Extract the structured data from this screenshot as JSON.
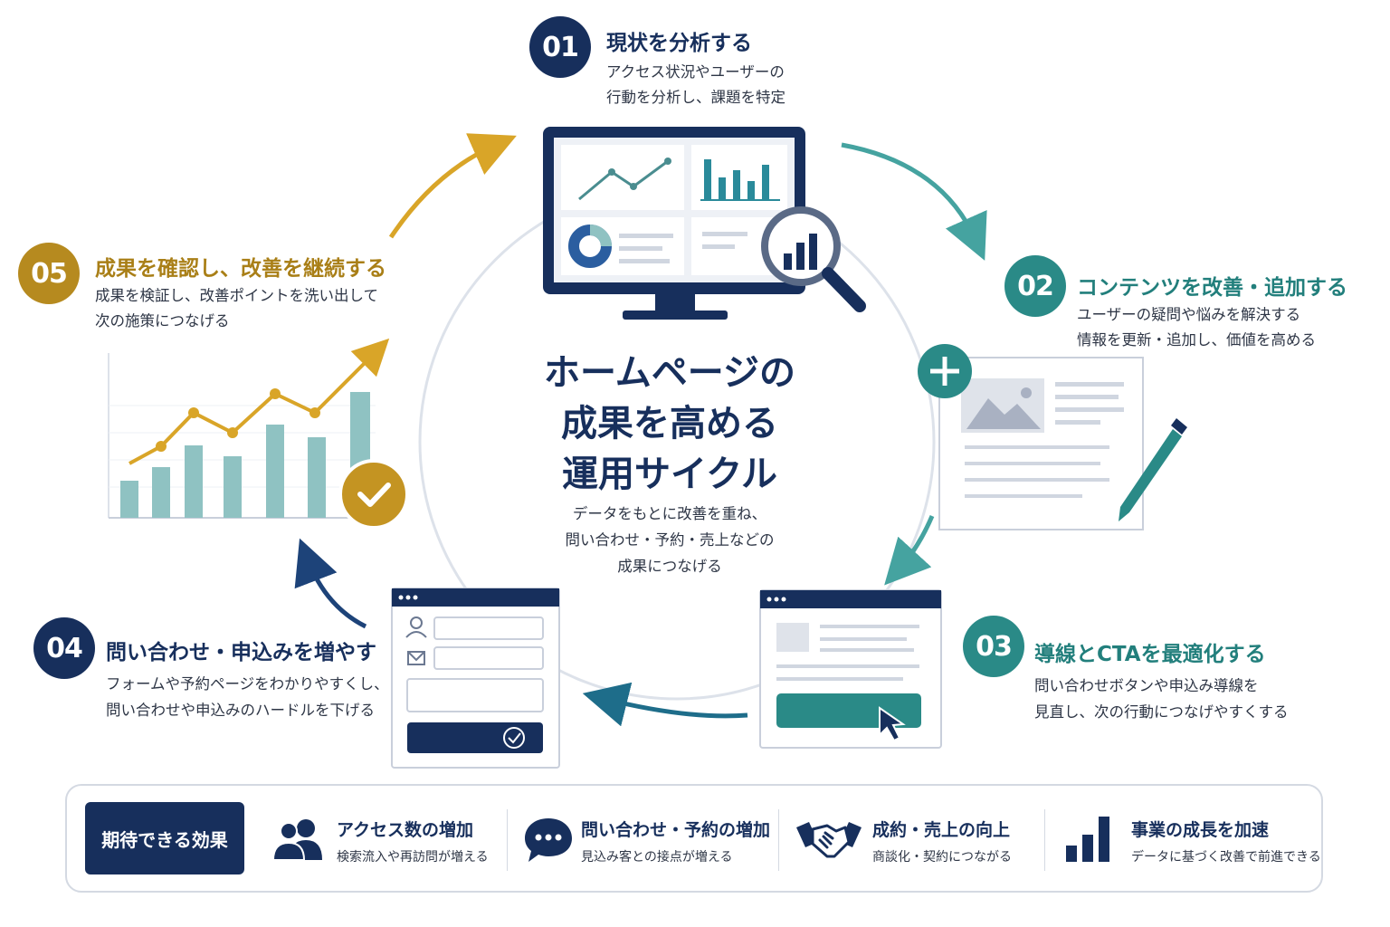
{
  "center": {
    "title_lines": [
      "ホームページの",
      "成果を高める",
      "運用サイクル"
    ],
    "desc_lines": [
      "データをもとに改善を重ね、",
      "問い合わせ・予約・売上などの",
      "成果につなげる"
    ]
  },
  "steps": [
    {
      "num": "01",
      "title": "現状を分析する",
      "desc_lines": [
        "アクセス状況やユーザーの",
        "行動を分析し、課題を特定"
      ],
      "color": "#172f5c"
    },
    {
      "num": "02",
      "title": "コンテンツを改善・追加する",
      "desc_lines": [
        "ユーザーの疑問や悩みを解決する",
        "情報を更新・追加し、価値を高める"
      ],
      "color": "#2a8a87"
    },
    {
      "num": "03",
      "title": "導線とCTAを最適化する",
      "desc_lines": [
        "問い合わせボタンや申込み導線を",
        "見直し、次の行動につなげやすくする"
      ],
      "color": "#2a8a87"
    },
    {
      "num": "04",
      "title": "問い合わせ・申込みを増やす",
      "desc_lines": [
        "フォームや予約ページをわかりやすくし、",
        "問い合わせや申込みのハードルを下げる"
      ],
      "color": "#172f5c"
    },
    {
      "num": "05",
      "title": "成果を確認し、改善を継続する",
      "desc_lines": [
        "成果を検証し、改善ポイントを洗い出して",
        "次の施策につなげる"
      ],
      "color": "#b68a1f"
    }
  ],
  "footer": {
    "label": "期待できる効果",
    "effects": [
      {
        "icon": "users-icon",
        "title": "アクセス数の増加",
        "sub": "検索流入や再訪問が増える"
      },
      {
        "icon": "chat-bubble-icon",
        "title": "問い合わせ・予約の増加",
        "sub": "見込み客との接点が増える"
      },
      {
        "icon": "handshake-icon",
        "title": "成約・売上の向上",
        "sub": "商談化・契約につながる"
      },
      {
        "icon": "bar-chart-icon",
        "title": "事業の成長を加速",
        "sub": "データに基づく改善で前進できる"
      }
    ]
  },
  "colors": {
    "navy": "#172f5c",
    "teal": "#2a8a87",
    "gold": "#b68a1f",
    "light_teal": "#8fc2c2"
  }
}
